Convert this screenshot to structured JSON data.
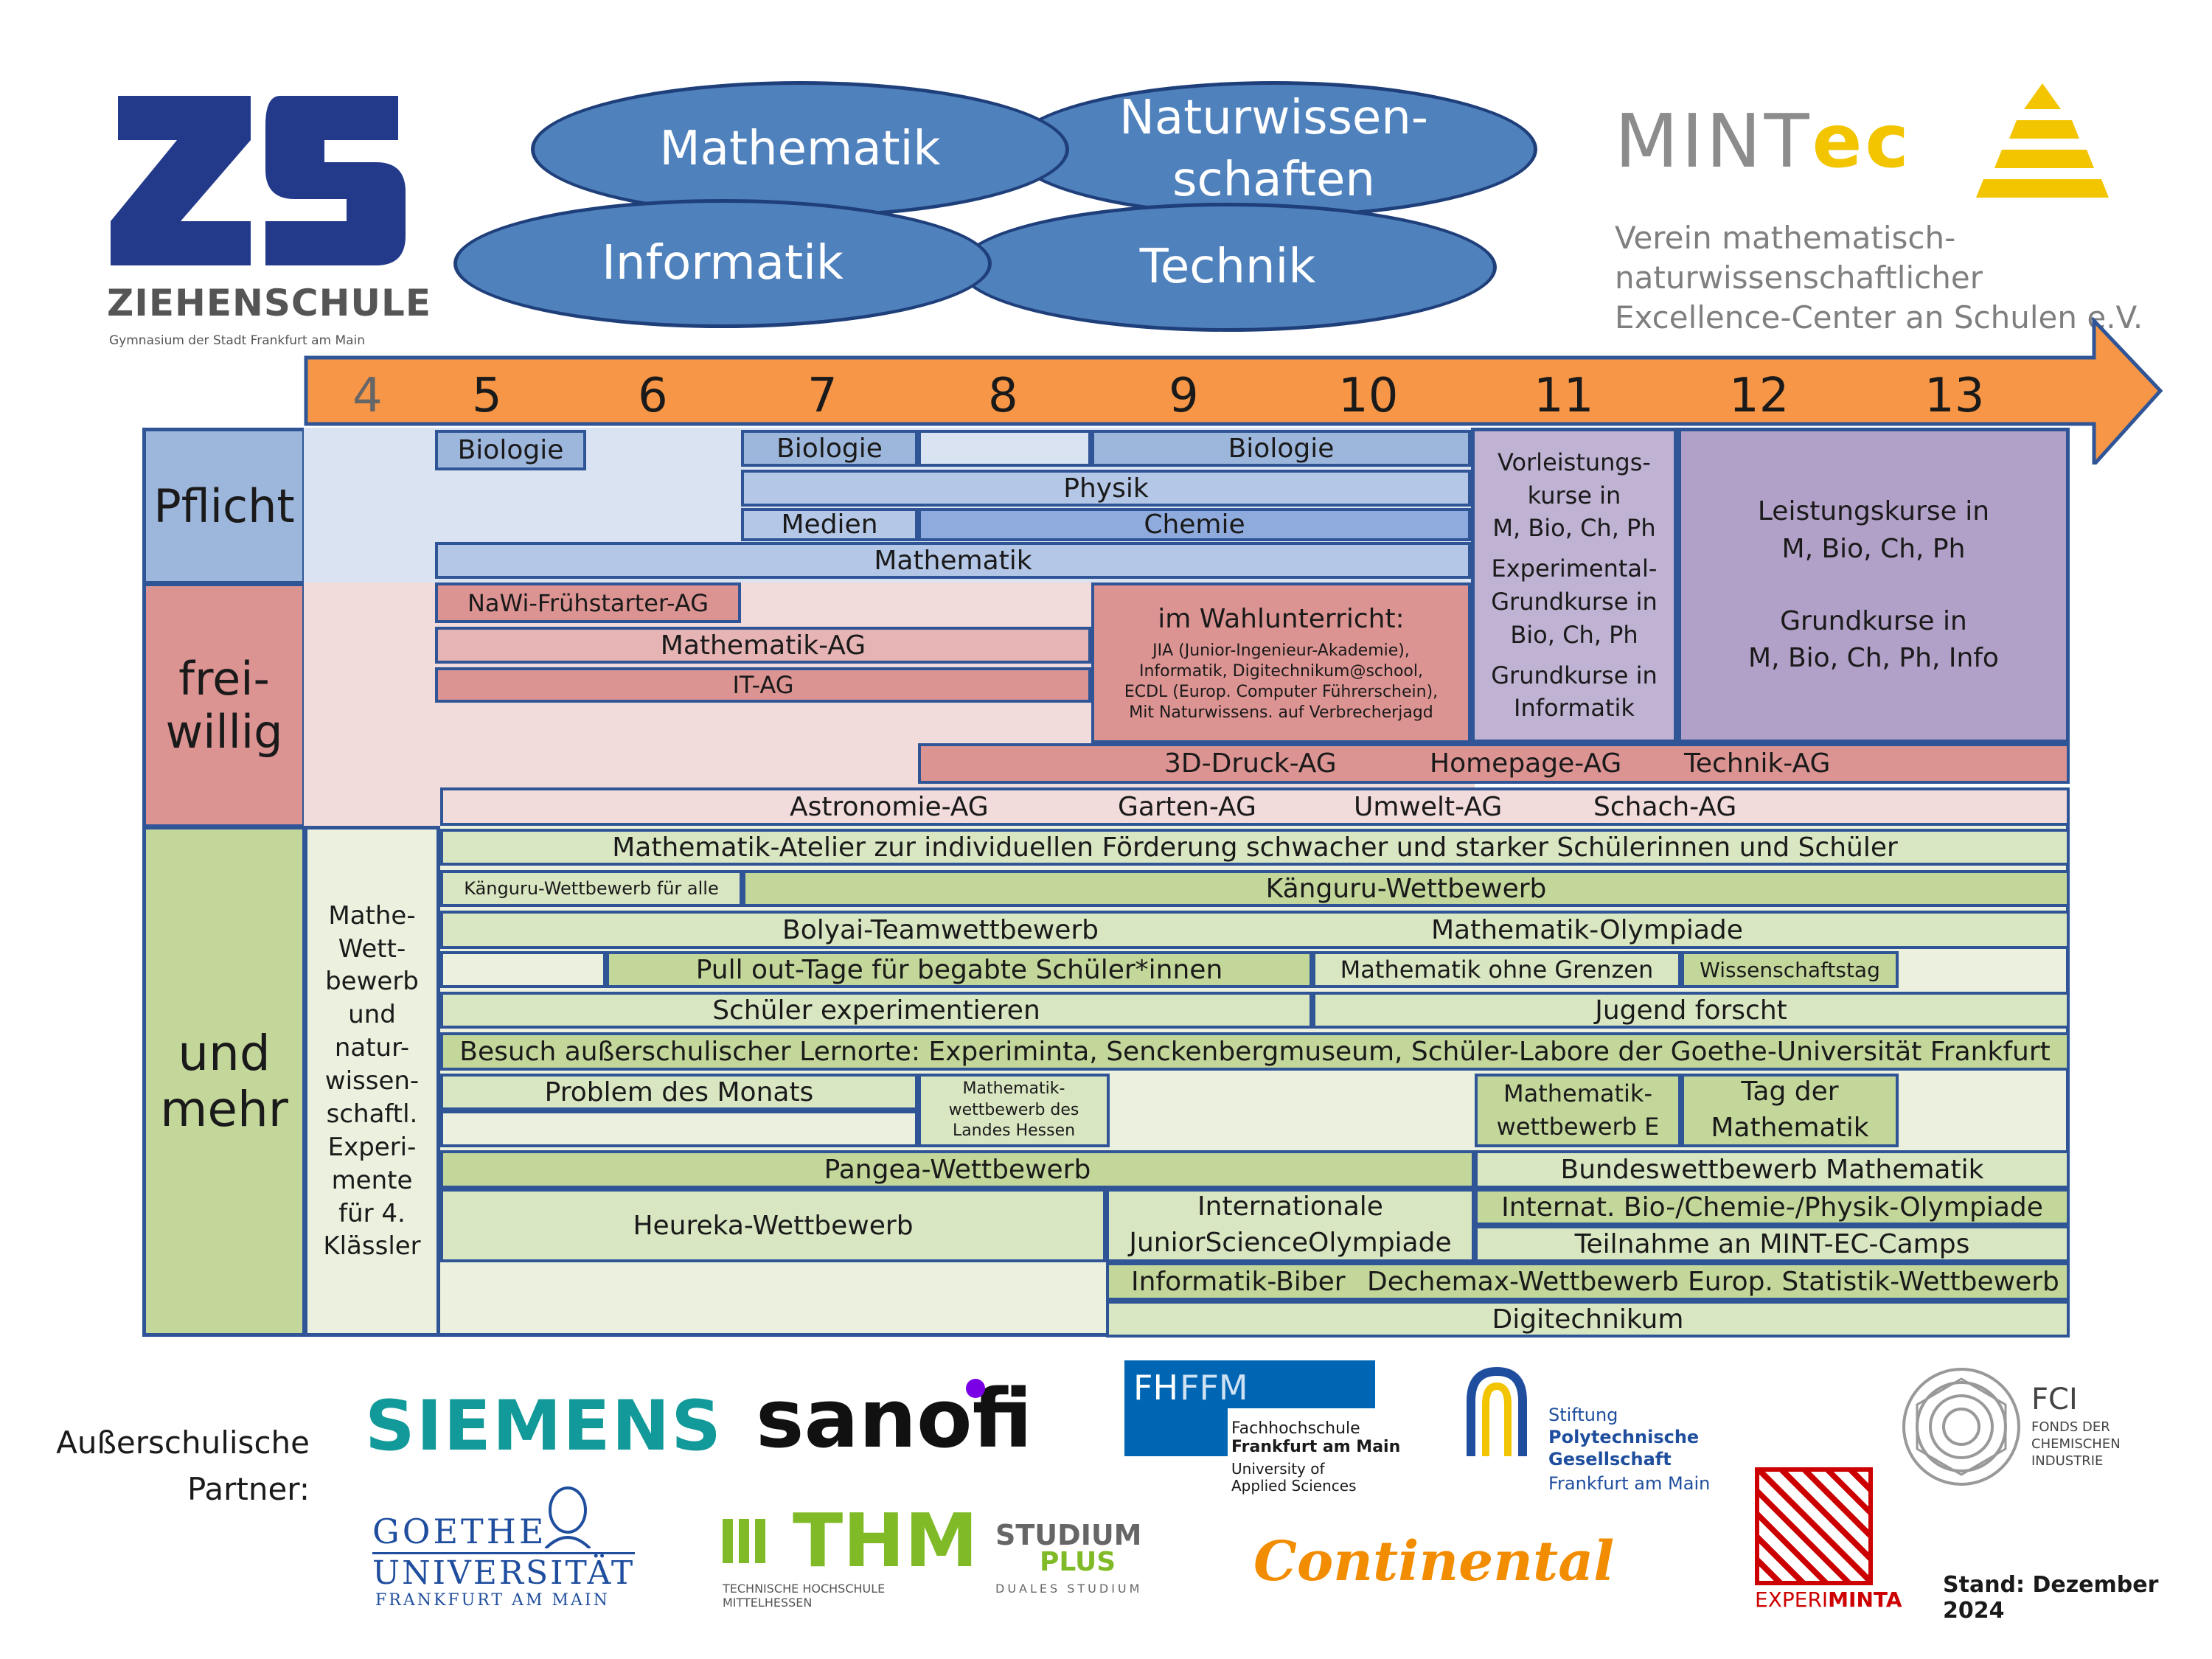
{
  "school_logo": {
    "mark": "ZS",
    "name": "ZIEHENSCHULE",
    "subtitle": "Gymnasium der Stadt Frankfurt am Main"
  },
  "mintec_logo": {
    "brand_mint": "MINT",
    "brand_ec": "ec",
    "line1": "Verein mathematisch-",
    "line2": "naturwissenschaftlicher",
    "line3": "Excellence-Center an Schulen e.V."
  },
  "ellipses": {
    "math": "Mathematik",
    "nawi_1": "Naturwissen-",
    "nawi_2": "schaften",
    "info": "Informatik",
    "tech": "Technik"
  },
  "grades": [
    "4",
    "5",
    "6",
    "7",
    "8",
    "9",
    "10",
    "11",
    "12",
    "13"
  ],
  "categories": {
    "pflicht": "Pflicht",
    "frei_1": "frei-",
    "frei_2": "willig",
    "und_1": "und",
    "und_2": "mehr"
  },
  "pflicht": {
    "bio5": "Biologie",
    "bio7": "Biologie",
    "bio9": "Biologie",
    "physik": "Physik",
    "medien": "Medien",
    "chemie": "Chemie",
    "mathematik": "Mathematik",
    "vk": [
      "Vorleistungs-",
      "kurse in",
      "M, Bio, Ch, Ph",
      "Experimental-",
      "Grundkurse in",
      "Bio, Ch, Ph",
      "Grundkurse in",
      "Informatik"
    ],
    "lk": [
      "Leistungskurse in",
      "M, Bio, Ch, Ph",
      "Grundkurse in",
      "M, Bio, Ch, Ph, Info"
    ]
  },
  "freiwillig": {
    "nawi": "NaWi-Frühstarter-AG",
    "mathe_ag": "Mathematik-AG",
    "it_ag": "IT-AG",
    "wahl_title": "im Wahlunterricht:",
    "wahl_lines": [
      "JIA (Junior-Ingenieur-Akademie),",
      "Informatik, Digitechnikum@school,",
      "ECDL (Europ. Computer Führerschein),",
      "Mit Naturwissens. auf Verbrecherjagd"
    ],
    "druck": "3D-Druck-AG",
    "homepage": "Homepage-AG",
    "technik": "Technik-AG",
    "astro": "Astronomie-AG",
    "garten": "Garten-AG",
    "umwelt": "Umwelt-AG",
    "schach": "Schach-AG"
  },
  "und_mehr": {
    "klasse4": [
      "Mathe-",
      "Wett-",
      "bewerb",
      "und",
      "natur-",
      "wissen-",
      "schaftl.",
      "Experi-",
      "mente",
      "für 4.",
      "Klässler"
    ],
    "atelier": "Mathematik-Atelier zur individuellen Förderung schwacher und starker Schülerinnen und Schüler",
    "kaenguru_alle": "Känguru-Wettbewerb für alle",
    "kaenguru": "Känguru-Wettbewerb",
    "bolyai": "Bolyai-Teamwettbewerb",
    "olympiade": "Mathematik-Olympiade",
    "pullout": "Pull out-Tage für begabte Schüler*innen",
    "ohne_grenzen": "Mathematik ohne Grenzen",
    "wissenschaftstag": "Wissenschaftstag",
    "experimentieren": "Schüler experimentieren",
    "jugend": "Jugend forscht",
    "lernorte": "Besuch außerschulischer Lernorte: Experiminta, Senckenbergmuseum, Schüler-Labore der Goethe-Universität  Frankfurt",
    "problem": "Problem des Monats",
    "landes": [
      "Mathematik-",
      "wettbewerb des",
      "Landes Hessen"
    ],
    "wettbewerb_e": [
      "Mathematik-",
      "wettbewerb E"
    ],
    "tag": [
      "Tag der",
      "Mathematik"
    ],
    "pangea": "Pangea-Wettbewerb",
    "bundes": "Bundeswettbewerb Mathematik",
    "heureka": "Heureka-Wettbewerb",
    "ijso": [
      "Internationale",
      "JuniorScienceOlympiade"
    ],
    "intolymp": "Internat. Bio-/Chemie-/Physik-Olympiade",
    "camps": "Teilnahme an MINT-EC-Camps",
    "biber": "Informatik-Biber",
    "dechemax": "Dechemax-Wettbewerb",
    "statistik": "Europ. Statistik-Wettbewerb",
    "digitechnikum": "Digitechnikum"
  },
  "partners": {
    "label_1": "Außerschulische",
    "label_2": "Partner:",
    "siemens": "SIEMENS",
    "sanofi": "sanofi",
    "fh_1": "FH",
    "fh_2": "FFM",
    "fh_3": "Fachhochschule",
    "fh_4": "Frankfurt am Main",
    "fh_5": "University of",
    "fh_6": "Applied Sciences",
    "poly_1": "Stiftung",
    "poly_2": "Polytechnische",
    "poly_3": "Gesellschaft",
    "poly_4": "Frankfurt am Main",
    "fci_1": "FCI",
    "fci_2": "FONDS DER",
    "fci_3": "CHEMISCHEN",
    "fci_4": "INDUSTRIE",
    "goethe_1": "GOETHE",
    "goethe_2": "UNIVERSITÄT",
    "goethe_3": "FRANKFURT AM MAIN",
    "thm_1": "THM",
    "thm_2": "TECHNISCHE HOCHSCHULE MITTELHESSEN",
    "studium_1": "STUDIUM",
    "studium_2": "PLUS",
    "studium_3": "DUALES STUDIUM",
    "continental": "Continental",
    "experi_1": "EXPERI",
    "experi_2": "MINTA"
  },
  "stand": "Stand: Dezember 2024",
  "colors": {
    "pflicht": "#9db6dc",
    "freiwillig": "#dc9493",
    "und_mehr": "#c4d79b",
    "oberstufe": "#b1a0c7",
    "arrow": "#f79646",
    "ellipse": "#4f81bd",
    "border": "#2f5597"
  }
}
